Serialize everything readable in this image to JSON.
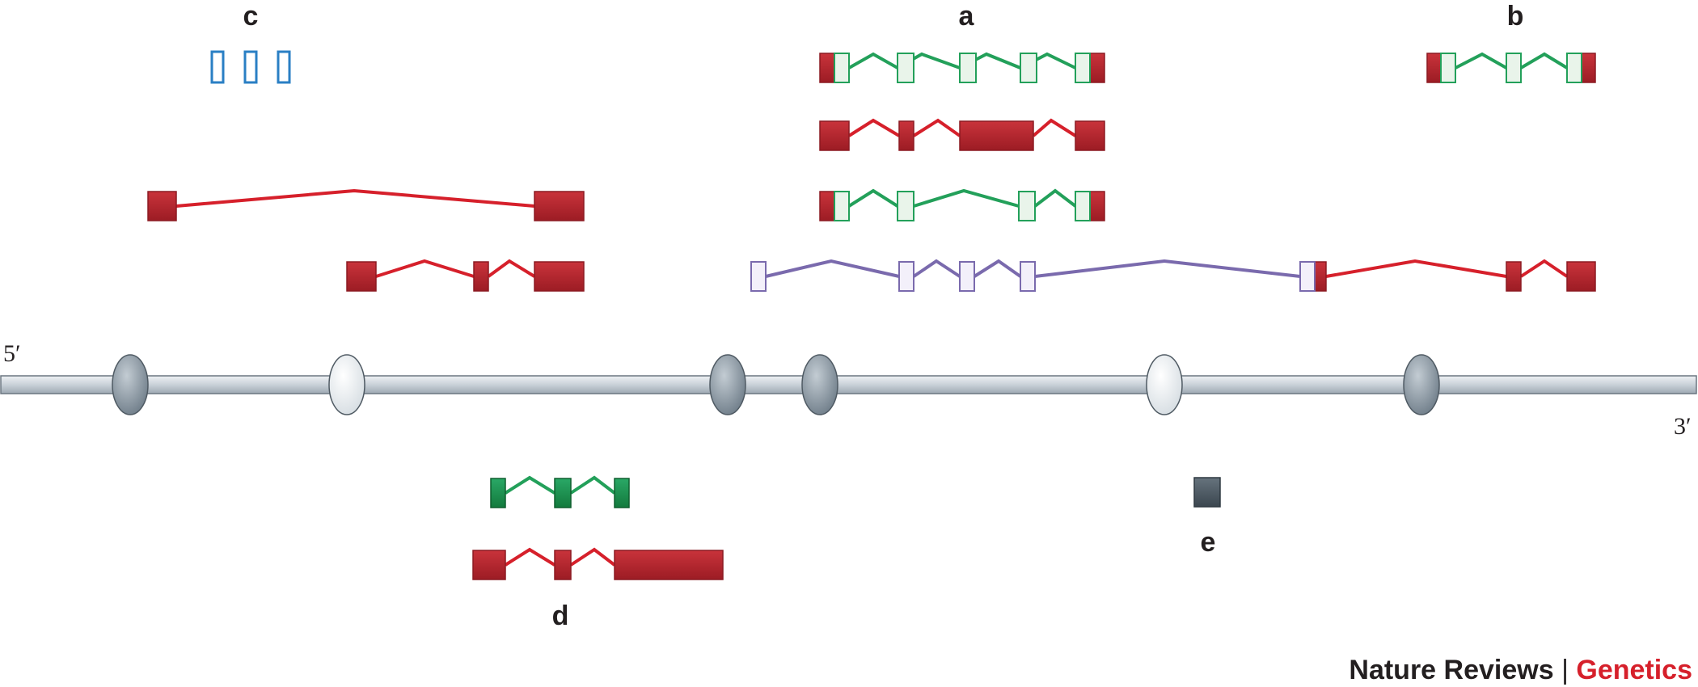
{
  "labels": {
    "panel_a": "a",
    "panel_b": "b",
    "panel_c": "c",
    "panel_d": "d",
    "panel_e": "e",
    "five_prime": "5′",
    "three_prime": "3′"
  },
  "credit": {
    "journal": "Nature Reviews",
    "separator": "|",
    "section": "Genetics"
  },
  "colors": {
    "coding_exon": "#b3242c",
    "coding_intron": "#d6202b",
    "green_intron": "#23a05a",
    "green_exon_fill": "#e9f4ea",
    "green_exon_solid": "#1e8a4a",
    "purple": "#7a6aad",
    "purple_exon_fill": "#f3f0fa",
    "blue": "#2a7fc4",
    "chromosome": "#d3d9de",
    "nucleosome_dark": "#8a97a2",
    "nucleosome_light": "#eef1f3",
    "element_e": "#4d5a64",
    "credit_black": "#231f20",
    "credit_red": "#d6202b"
  }
}
